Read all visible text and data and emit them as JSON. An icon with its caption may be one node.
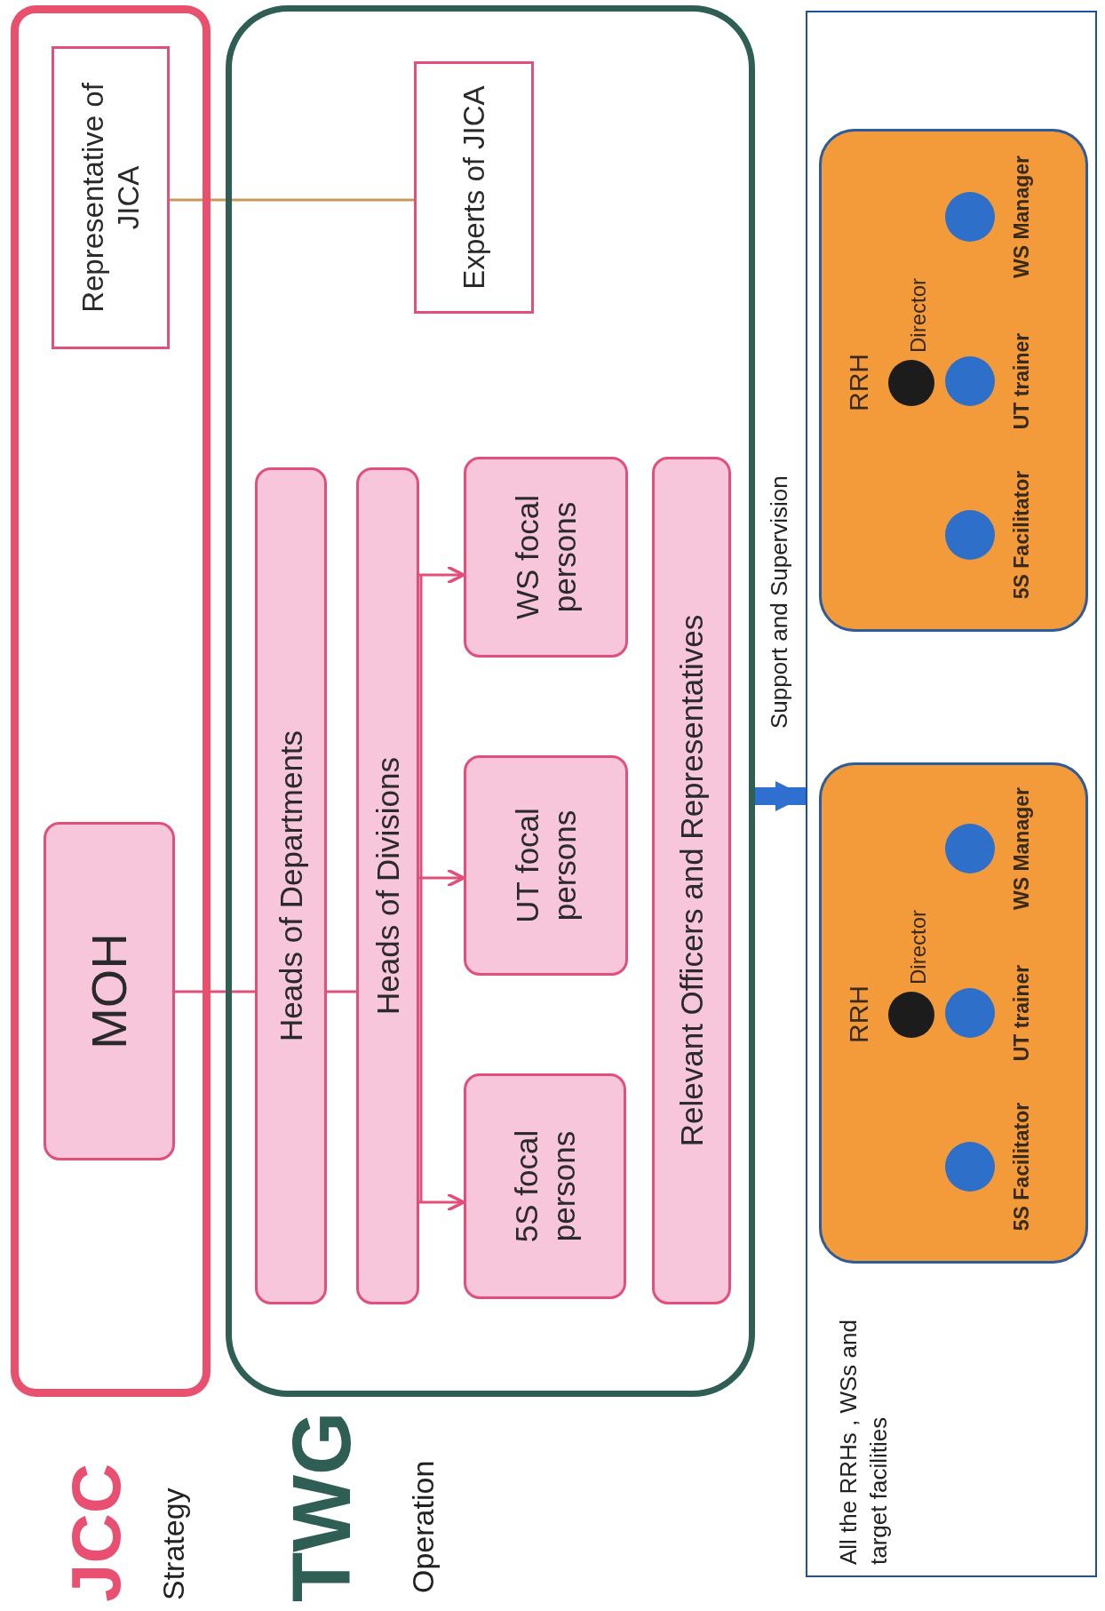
{
  "diagram": {
    "nodes": [
      {
        "text": [
          "JCC",
          "Strategy"
        ]
      },
      {
        "text": [
          "Representative of JICA"
        ],
        "in": 0
      },
      {
        "text": [
          "MOH"
        ],
        "in": 0
      },
      {
        "text": [
          "TWG",
          "Operation"
        ]
      },
      {
        "text": [
          "Experts of JICA"
        ],
        "in": 3
      },
      {
        "text": [
          "Heads of Departments"
        ],
        "in": 3
      },
      {
        "text": [
          "Heads of Divisions"
        ],
        "in": 3
      },
      {
        "text": [
          "5S focal persons"
        ],
        "in": 3
      },
      {
        "text": [
          "UT focal persons"
        ],
        "in": 3
      },
      {
        "text": [
          "WS focal persons"
        ],
        "in": 3
      },
      {
        "text": [
          "Relevant Officers and Representatives"
        ],
        "in": 3
      },
      {
        "text": [
          "All the RRHs , WSs and target facilities"
        ]
      },
      {
        "text": [
          "RRH"
        ],
        "in": 11
      },
      {
        "text": [],
        "shape": "circle",
        "in": 12,
        "beside": [
          "Director"
        ]
      },
      {
        "text": [],
        "shape": "circle",
        "in": 12,
        "beside": [
          "5S Facilitator"
        ]
      },
      {
        "text": [],
        "shape": "circle",
        "in": 12,
        "beside": [
          "UT trainer"
        ]
      },
      {
        "text": [],
        "shape": "circle",
        "in": 12,
        "beside": [
          "WS Manager"
        ]
      },
      {
        "text": [
          "RRH"
        ],
        "in": 11
      },
      {
        "text": [],
        "shape": "circle",
        "in": 17,
        "beside": [
          "Director"
        ]
      },
      {
        "text": [],
        "shape": "circle",
        "in": 17,
        "beside": [
          "5S Facilitator"
        ]
      },
      {
        "text": [],
        "shape": "circle",
        "in": 17,
        "beside": [
          "UT trainer"
        ]
      },
      {
        "text": [],
        "shape": "circle",
        "in": 17,
        "beside": [
          "WS Manager"
        ]
      }
    ],
    "edges": [
      {
        "from": 1,
        "to": 4,
        "arrow": "none",
        "color": "#c89a5a"
      },
      {
        "from": 2,
        "to": 5,
        "arrow": "none"
      },
      {
        "from": 5,
        "to": 6,
        "arrow": "none"
      },
      {
        "from": 6,
        "to": 7,
        "arrow": "to"
      },
      {
        "from": 6,
        "to": 8,
        "arrow": "to"
      },
      {
        "from": 6,
        "to": 9,
        "arrow": "to"
      },
      {
        "from": 3,
        "to": 11,
        "arrow": "to",
        "label": "Support and Supervision",
        "style": "thick",
        "color": "#2f6fcf"
      }
    ]
  }
}
